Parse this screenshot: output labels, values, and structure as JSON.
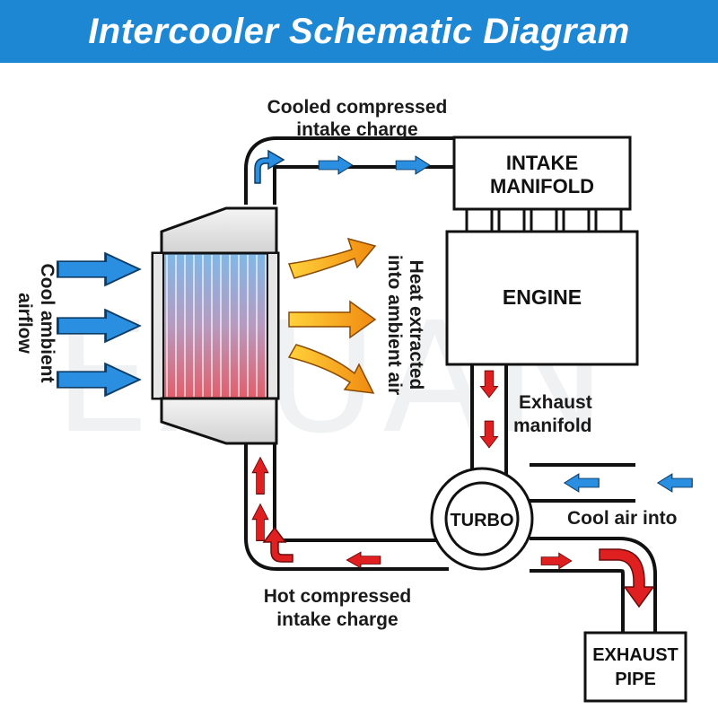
{
  "title": "Intercooler Schematic Diagram",
  "watermark": "EXUAN",
  "labels": {
    "cooled_line1": "Cooled compressed",
    "cooled_line2": "intake charge",
    "intake_manifold_line1": "INTAKE",
    "intake_manifold_line2": "MANIFOLD",
    "engine": "ENGINE",
    "cool_ambient_line1": "Cool ambient",
    "cool_ambient_line2": "airflow",
    "heat_line1": "Heat extracted",
    "heat_line2": "into ambient air",
    "exhaust_manifold_line1": "Exhaust",
    "exhaust_manifold_line2": "manifold",
    "turbo": "TURBO",
    "cool_air_into": "Cool air into",
    "hot_line1": "Hot compressed",
    "hot_line2": "intake charge",
    "exhaust_pipe_line1": "EXHAUST",
    "exhaust_pipe_line2": "PIPE"
  },
  "colors": {
    "title_bg": "#1d87d4",
    "cool_arrow": "#2a8fe0",
    "hot_arrow": "#e02020",
    "heat_arrow": "#f5a623",
    "core_cool": "#7fb8e8",
    "core_hot": "#e35d6a"
  }
}
